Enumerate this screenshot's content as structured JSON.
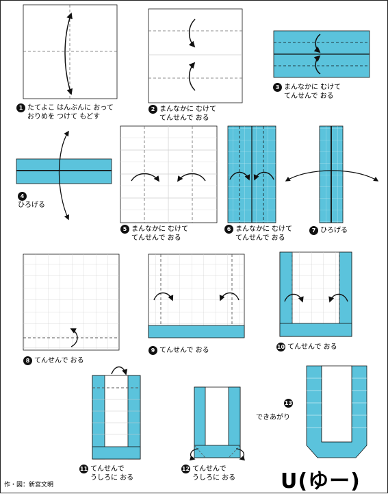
{
  "colors": {
    "paper_blue": "#5bc3dc",
    "grid": "#c8c8c8",
    "line": "#111111"
  },
  "steps": [
    {
      "num": "1",
      "text": [
        "たてよこ はんぶんに おって",
        "おりめを つけて もどす"
      ]
    },
    {
      "num": "2",
      "text": [
        "まんなかに むけて",
        "てんせんで おる"
      ]
    },
    {
      "num": "3",
      "text": [
        "まんなかに むけて",
        "てんせんで おる"
      ]
    },
    {
      "num": "4",
      "text": [
        "ひろげる"
      ]
    },
    {
      "num": "5",
      "text": [
        "まんなかに むけて",
        "てんせんで おる"
      ]
    },
    {
      "num": "6",
      "text": [
        "まんなかに むけて",
        "てんせんで おる"
      ]
    },
    {
      "num": "7",
      "text": [
        "ひろげる"
      ]
    },
    {
      "num": "8",
      "text": [
        "てんせんで おる"
      ]
    },
    {
      "num": "9",
      "text": [
        "てんせんで おる"
      ]
    },
    {
      "num": "10",
      "text": [
        "てんせんで おる"
      ]
    },
    {
      "num": "11",
      "text": [
        "てんせんで",
        "うしろに おる"
      ]
    },
    {
      "num": "12",
      "text": [
        "てんせんで",
        "うしろに おる"
      ]
    },
    {
      "num": "13",
      "text": [
        "できあがり"
      ]
    }
  ],
  "title": "U(ゆー)",
  "credit": "作・図：新宮文明"
}
